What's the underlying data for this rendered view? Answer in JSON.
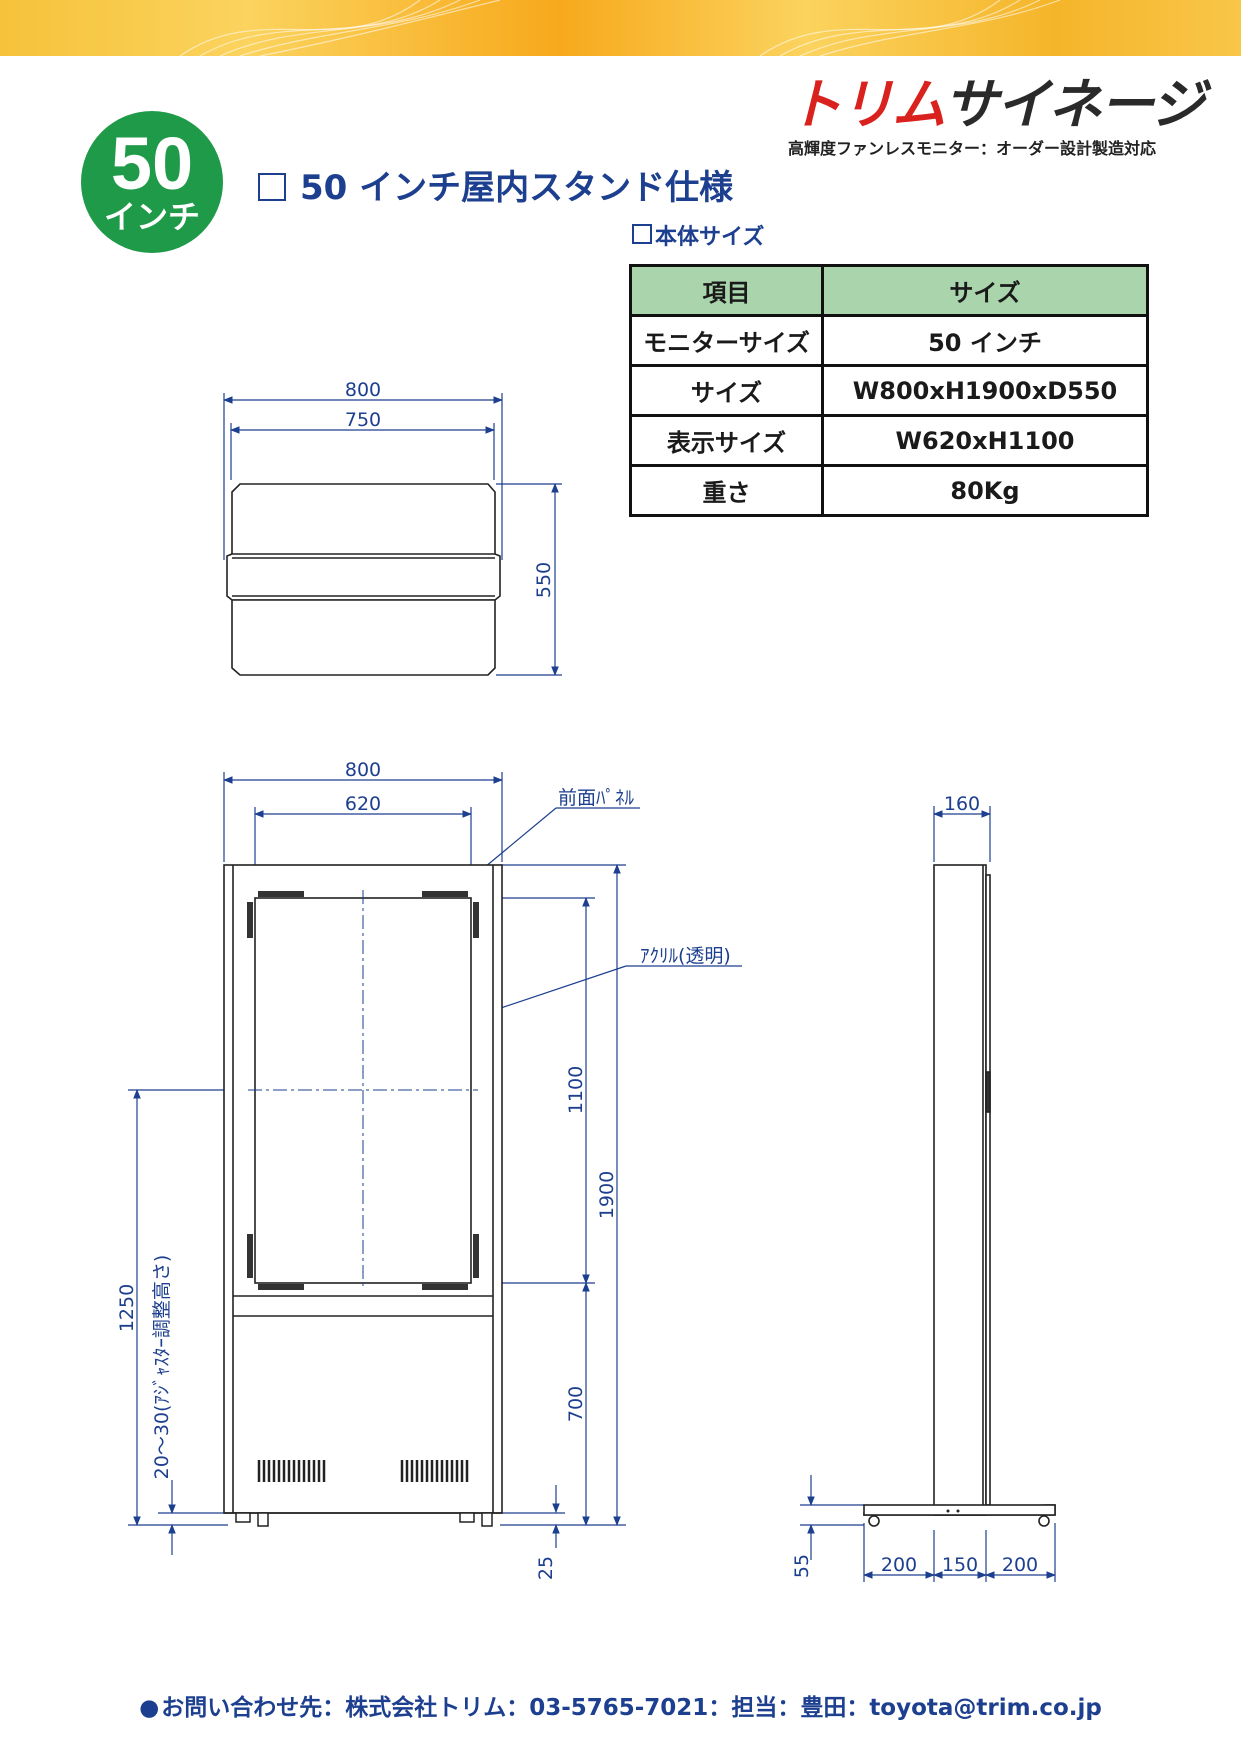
{
  "brand": {
    "logo_red": "トリム",
    "logo_dark": "サイネージ",
    "tagline": "高輝度ファンレスモニター：オーダー設計製造対応"
  },
  "badge": {
    "number": "50",
    "unit": "インチ",
    "color": "#1f9a48"
  },
  "title": "50 インチ屋内スタンド仕様",
  "spec": {
    "heading": "本体サイズ",
    "headers": [
      "項目",
      "サイズ"
    ],
    "rows": [
      [
        "モニターサイズ",
        "50 インチ"
      ],
      [
        "サイズ",
        "W800xH1900xD550"
      ],
      [
        "表示サイズ",
        "W620xH1100"
      ],
      [
        "重さ",
        "80Kg"
      ]
    ],
    "header_color": "#a9d4ac"
  },
  "drawing": {
    "top_view": {
      "width_outer": "800",
      "width_inner": "750",
      "depth": "550"
    },
    "front_view": {
      "width_outer": "800",
      "width_display": "620",
      "label_front_panel": "前面ﾊﾟﾈﾙ",
      "label_acrylic": "ｱｸﾘﾙ(透明)",
      "height_display": "1100",
      "height_total": "1900",
      "height_lower": "700",
      "height_center": "1250",
      "adjuster": "20～30(ｱｼﾞｬｽﾀｰ調整高さ)",
      "foot": "25"
    },
    "side_view": {
      "depth_top": "160",
      "base_left": "200",
      "base_mid": "150",
      "base_right": "200",
      "base_height": "55"
    },
    "dimension_color": "#1d3f8f"
  },
  "footer": "お問い合わせ先：株式会社トリム：03-5765-7021：担当：豊田：toyota@trim.co.jp"
}
